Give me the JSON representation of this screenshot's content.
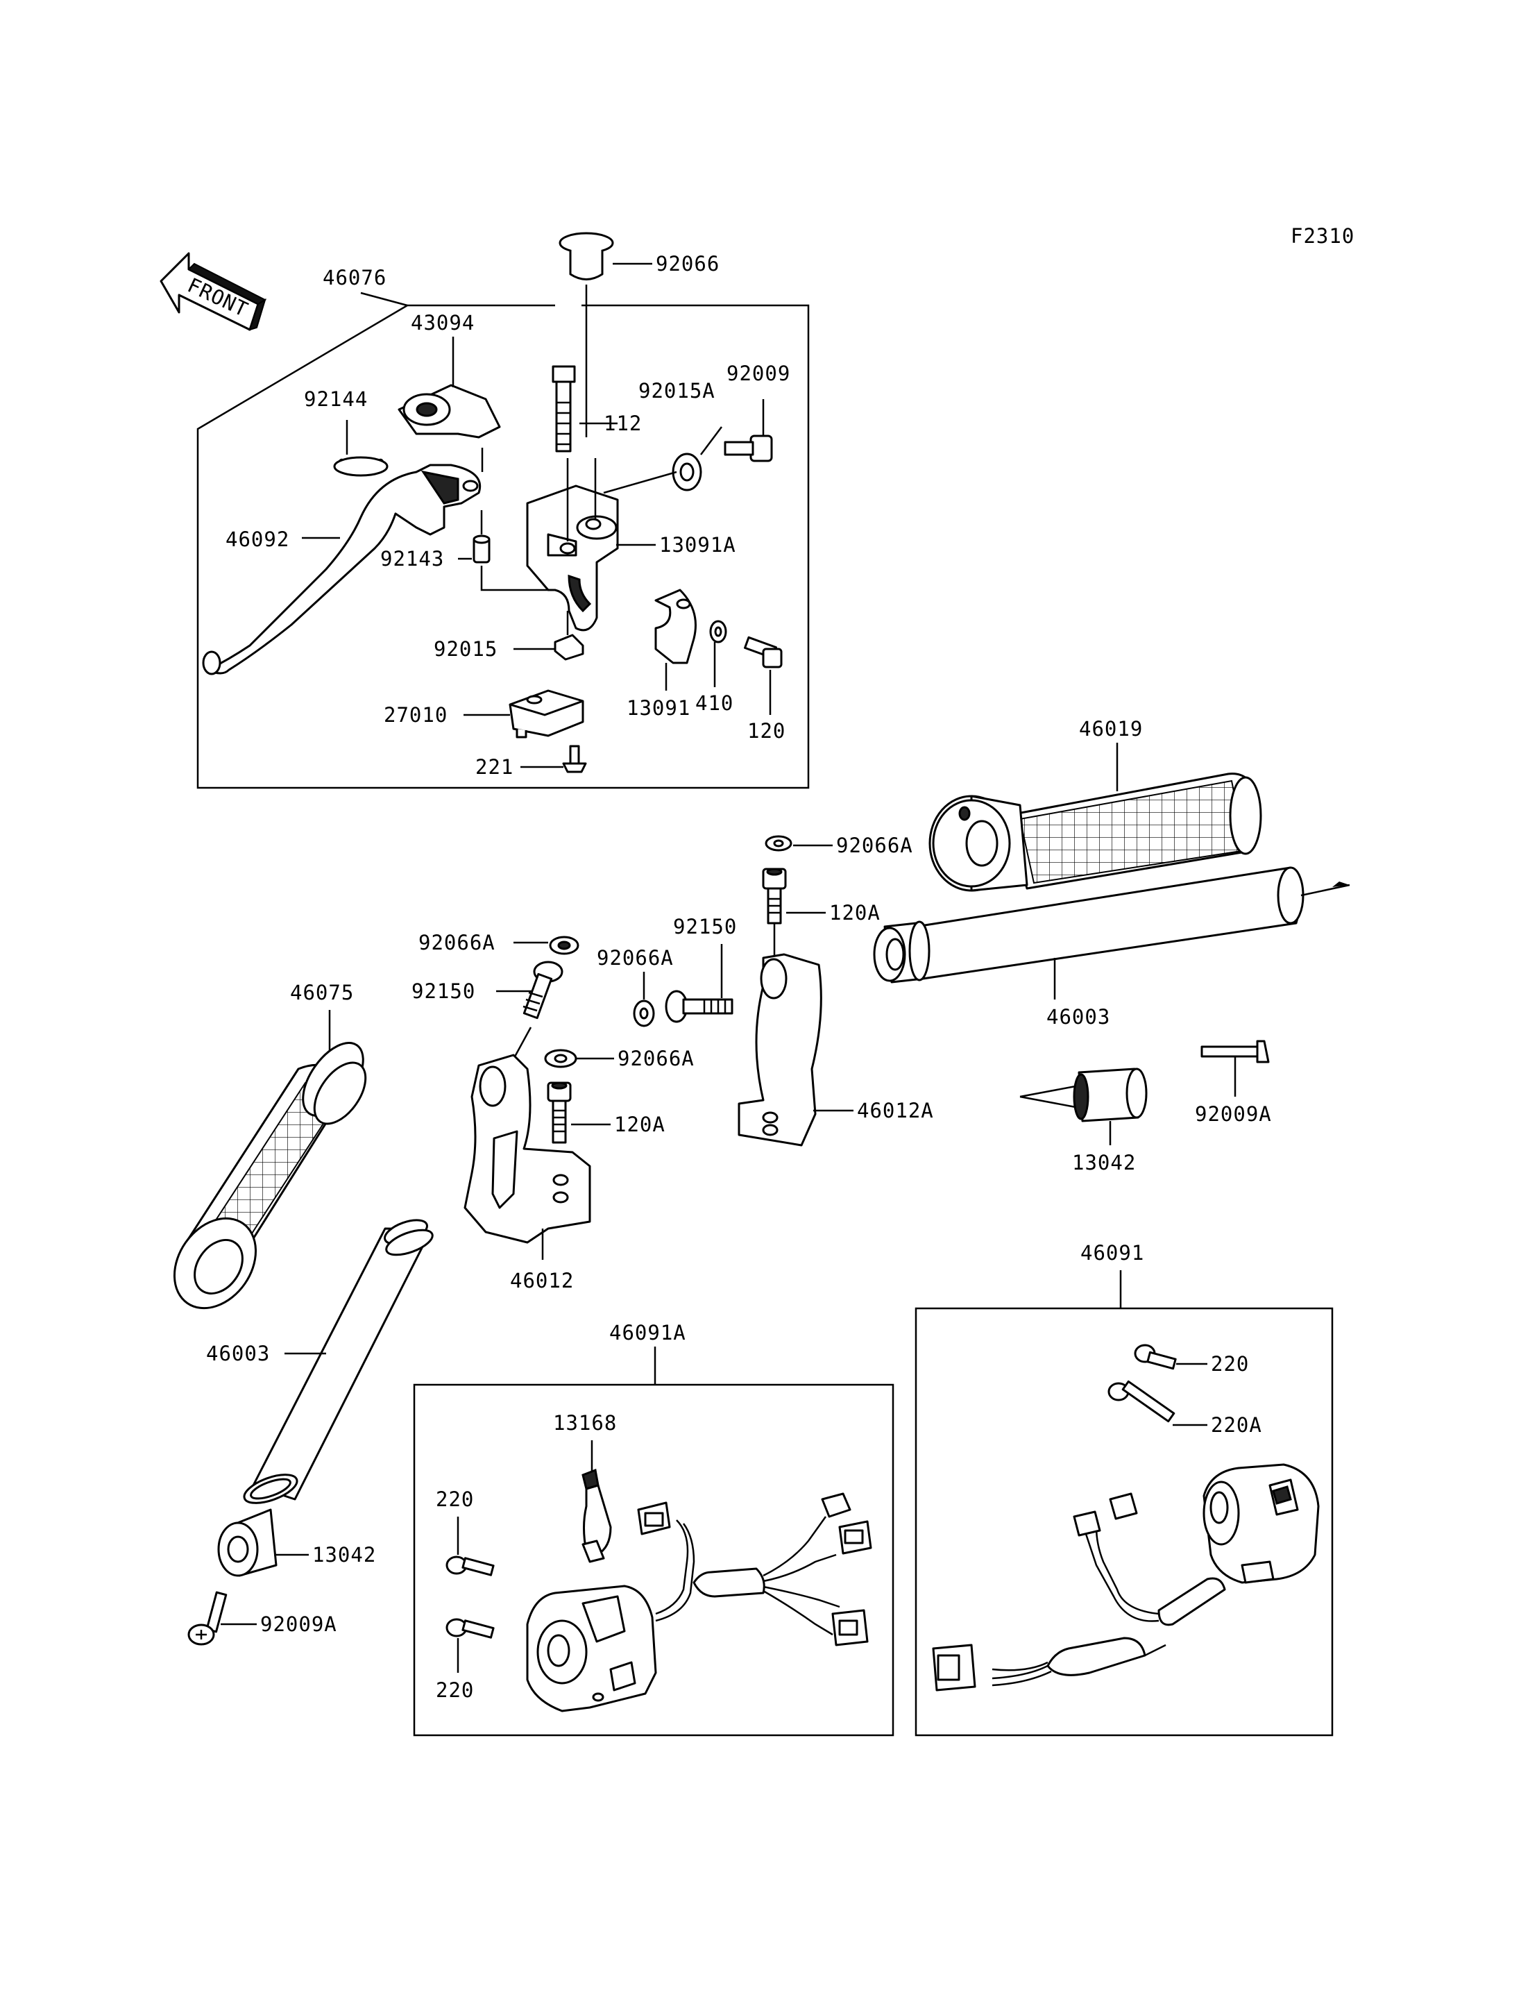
{
  "figure_code": "F2310",
  "front_label": "FRONT",
  "labels": {
    "p92066": "92066",
    "p46076": "46076",
    "p43094": "43094",
    "p92144": "92144",
    "p112": "112",
    "p92015A": "92015A",
    "p92009": "92009",
    "p46092": "46092",
    "p92143": "92143",
    "p13091A": "13091A",
    "p92015": "92015",
    "p410": "410",
    "p120": "120",
    "p13091": "13091",
    "p27010": "27010",
    "p221": "221",
    "p46019": "46019",
    "p92066A_1": "92066A",
    "p120A_1": "120A",
    "p92150_1": "92150",
    "p92066A_2": "92066A",
    "p92066A_3": "92066A",
    "p92150_2": "92150",
    "p46075": "46075",
    "p46003_r": "46003",
    "p92066A_4": "92066A",
    "p120A_2": "120A",
    "p46012A": "46012A",
    "p92009A_r": "92009A",
    "p13042_r": "13042",
    "p46012": "46012",
    "p46091": "46091",
    "p46091A": "46091A",
    "p46003_l": "46003",
    "p13168": "13168",
    "p220_1": "220",
    "p220A": "220A",
    "p220_2": "220",
    "p13042_l": "13042",
    "p92009A_l": "92009A",
    "p220_3": "220"
  }
}
